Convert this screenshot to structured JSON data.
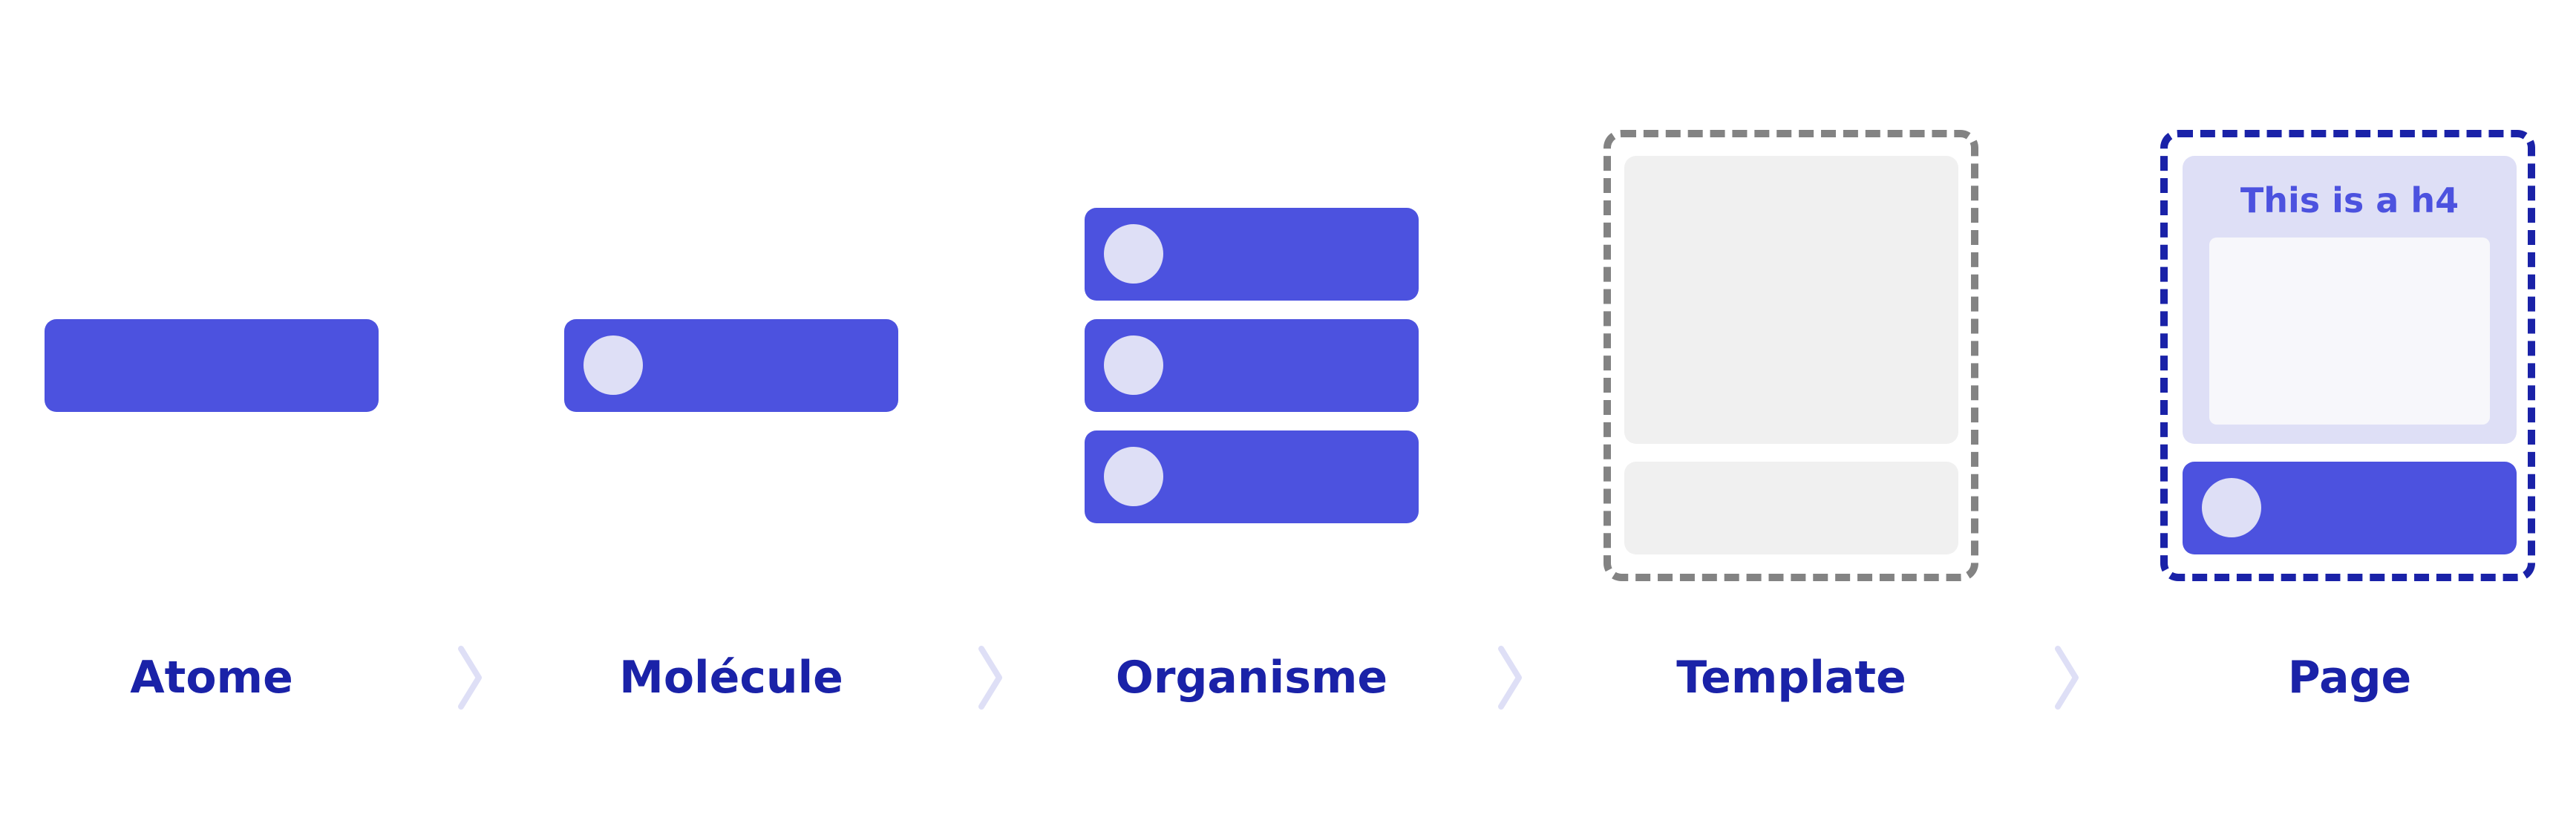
{
  "stages": [
    {
      "label": "Atome"
    },
    {
      "label": "Molécule"
    },
    {
      "label": "Organisme"
    },
    {
      "label": "Template"
    },
    {
      "label": "Page"
    }
  ],
  "page_card": {
    "heading": "This is a h4"
  },
  "icons": {
    "separator": "chevron-right-icon"
  },
  "colors": {
    "primary": "#4c52df",
    "label": "#1a22a8",
    "dot": "#dedff6",
    "placeholder": "#f0f0f0",
    "template_border": "#838383",
    "page_border": "#1a22a8"
  }
}
